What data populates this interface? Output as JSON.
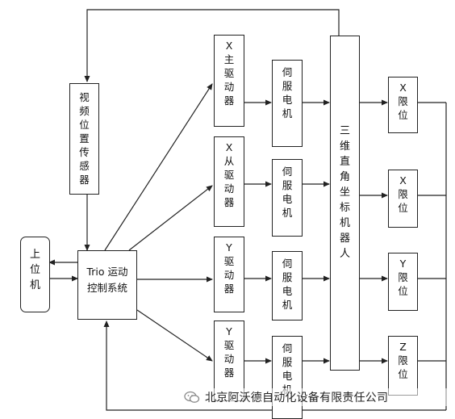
{
  "diagram": {
    "upper_computer": "上位机",
    "video_sensor": "视频位置传感器",
    "trio_controller": {
      "line1": "Trio 运动",
      "line2": "控制系统"
    },
    "drivers": [
      {
        "axis": "X",
        "name": "主驱动器"
      },
      {
        "axis": "X",
        "name": "从驱动器"
      },
      {
        "axis": "Y",
        "name": "驱动器"
      },
      {
        "axis": "Y",
        "name": "驱动器"
      }
    ],
    "servo_motor": "伺服电机",
    "robot": "三维直角坐标机器人",
    "limits": [
      {
        "axis": "X",
        "name": "限位"
      },
      {
        "axis": "X",
        "name": "限位"
      },
      {
        "axis": "Y",
        "name": "限位"
      },
      {
        "axis": "Z",
        "name": "限位"
      }
    ]
  },
  "watermark": {
    "text": "北京阿沃德自动化设备有限责任公司",
    "icon": "wechat-icon"
  }
}
